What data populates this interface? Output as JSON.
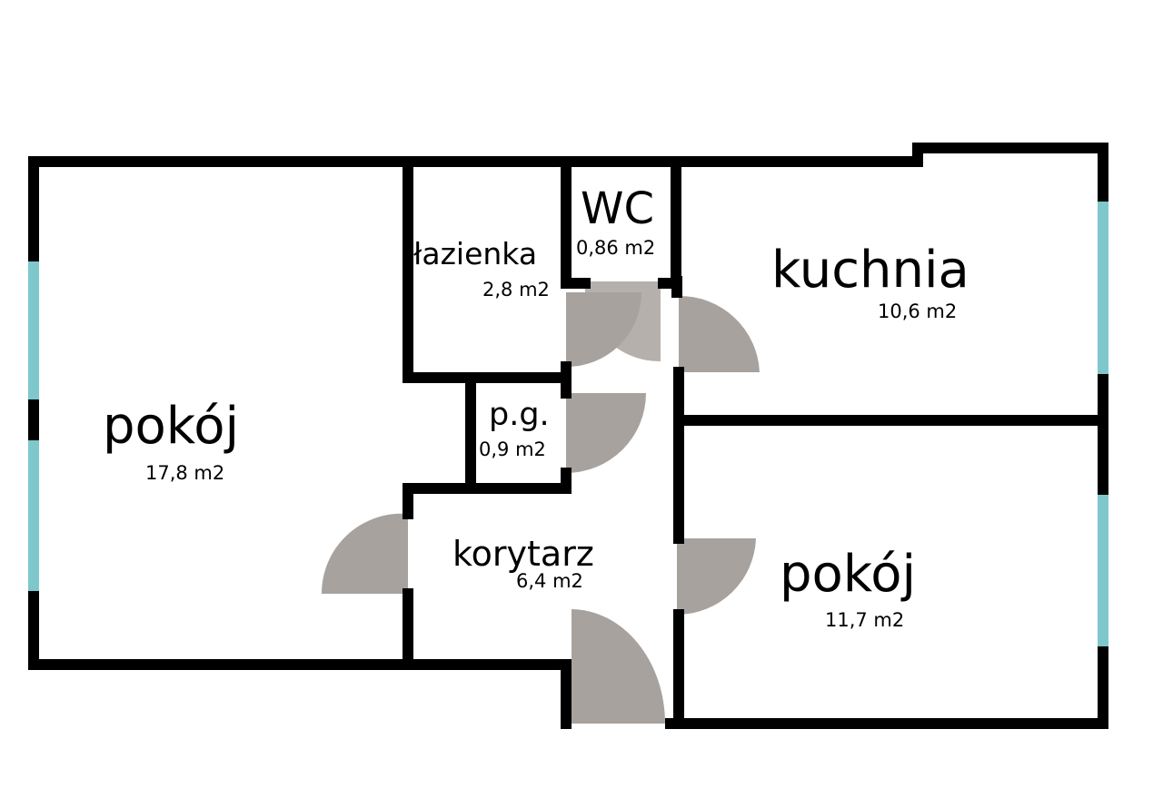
{
  "rooms": {
    "pokoj_left": {
      "name": "pokój",
      "area": "17,8 m2"
    },
    "lazienka": {
      "name": "łazienka",
      "area": "2,8 m2"
    },
    "wc": {
      "name": "WC",
      "area": "0,86 m2"
    },
    "kuchnia": {
      "name": "kuchnia",
      "area": "10,6 m2"
    },
    "pg": {
      "name": "p.g.",
      "area": "0,9 m2"
    },
    "korytarz": {
      "name": "korytarz",
      "area": "6,4 m2"
    },
    "pokoj_right": {
      "name": "pokój",
      "area": "11,7 m2"
    }
  },
  "colors": {
    "wall": "#000000",
    "window": "#7ec8cc",
    "door": "#a8a29e",
    "background": "#ffffff"
  }
}
